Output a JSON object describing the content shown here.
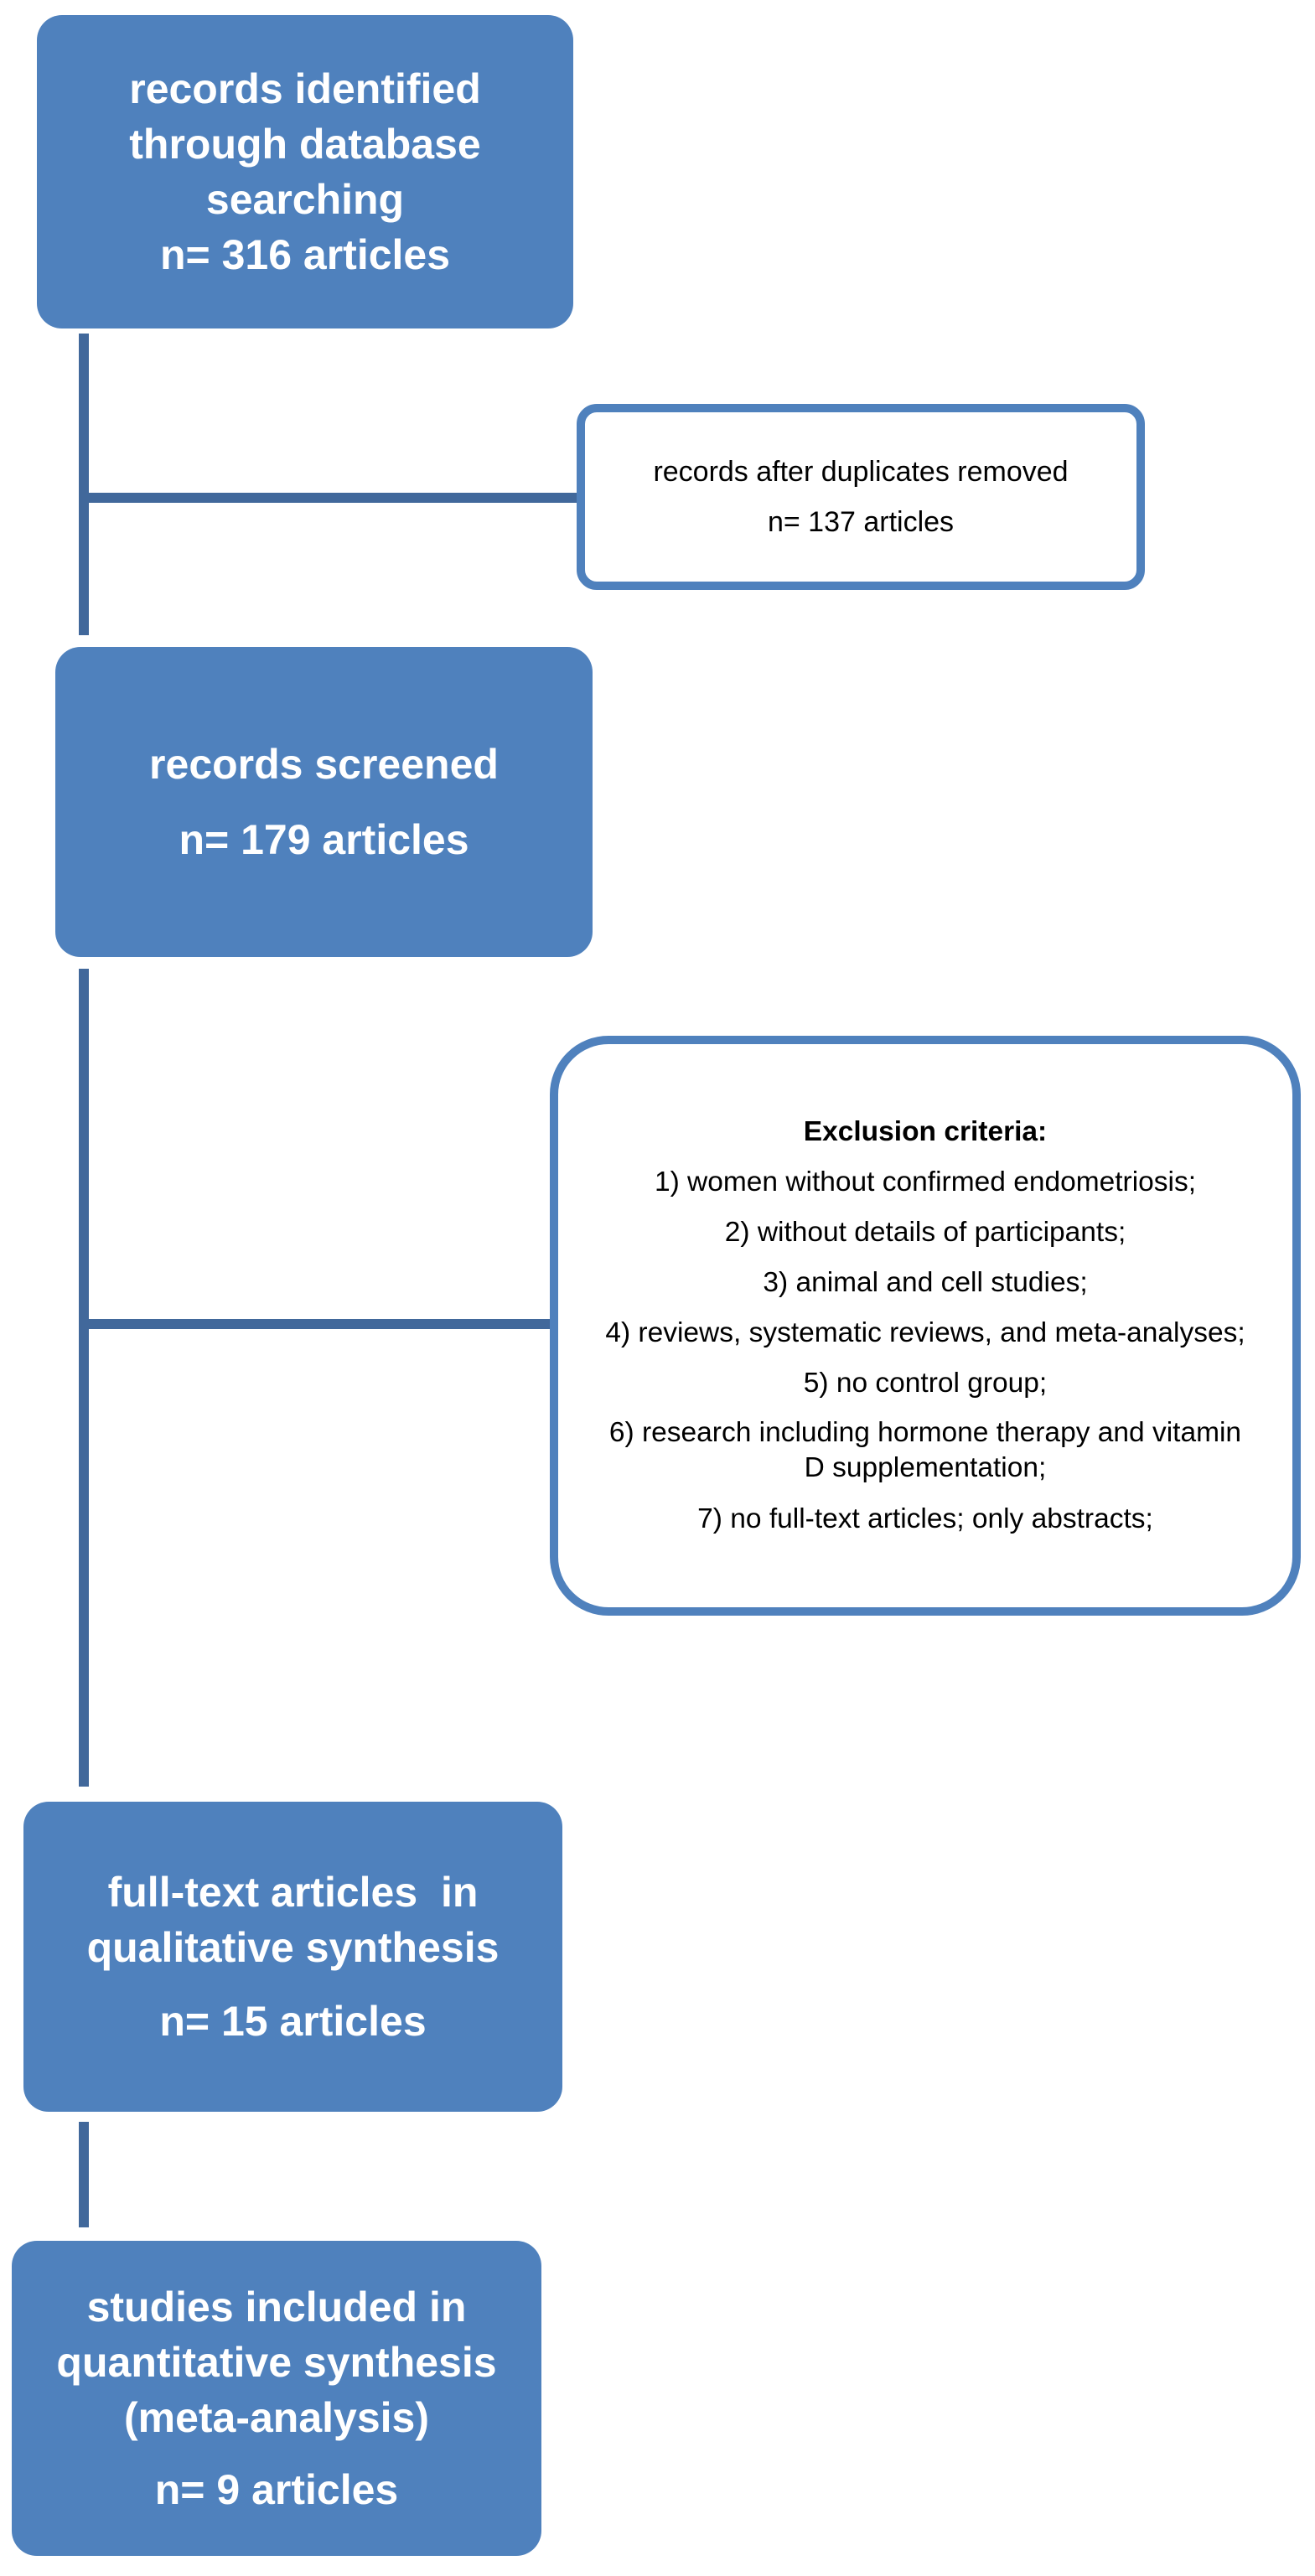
{
  "colors": {
    "box_fill": "#4f81bd",
    "connector": "#41689b",
    "box_text": "#ffffff",
    "outline_text": "#000000"
  },
  "boxes": {
    "identified": {
      "lines": [
        "records identified",
        "through database",
        "searching",
        "n= 316 articles"
      ]
    },
    "duplicates": {
      "lines": [
        "records after duplicates removed",
        "n= 137 articles"
      ]
    },
    "screened": {
      "lines": [
        "records screened",
        "n= 179 articles"
      ]
    },
    "exclusion": {
      "heading": "Exclusion criteria:",
      "items": [
        "1) women without confirmed endometriosis;",
        "2) without details of participants;",
        "3) animal and cell studies;",
        "4) reviews, systematic reviews, and meta-analyses;",
        "5) no control group;",
        "6) research including hormone therapy and vitamin",
        "D supplementation;",
        "7) no full-text articles; only abstracts;"
      ]
    },
    "fulltext": {
      "lines": [
        "full-text articles  in",
        "qualitative synthesis",
        "n= 15 articles"
      ]
    },
    "included": {
      "lines": [
        "studies included in",
        "quantitative synthesis",
        "(meta-analysis)",
        "n= 9 articles"
      ]
    }
  }
}
